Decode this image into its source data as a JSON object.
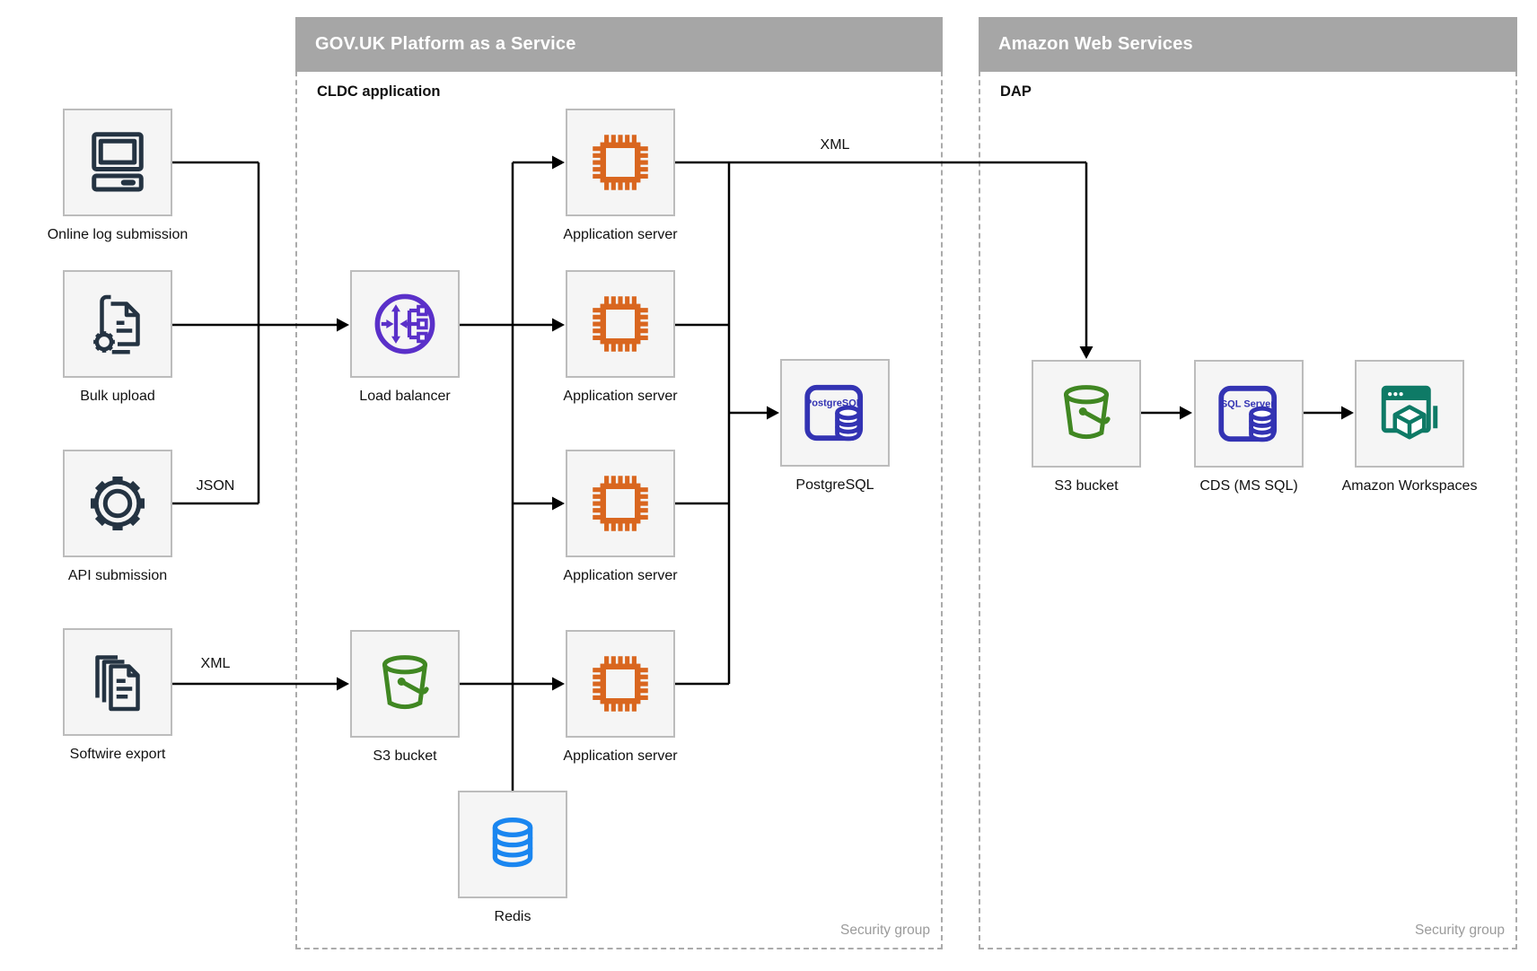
{
  "containers": {
    "paas": {
      "title": "GOV.UK Platform as a Service",
      "sublabel": "CLDC application",
      "footer": "Security group"
    },
    "aws": {
      "title": "Amazon Web Services",
      "sublabel": "DAP",
      "footer": "Security group"
    }
  },
  "nodes": {
    "online_log": {
      "label": "Online log submission",
      "icon": "desktop-computer-icon"
    },
    "bulk_upload": {
      "label": "Bulk upload",
      "icon": "document-gear-icon"
    },
    "api_submission": {
      "label": "API submission",
      "icon": "gear-icon"
    },
    "softwire_export": {
      "label": "Softwire export",
      "icon": "documents-stack-icon"
    },
    "load_balancer": {
      "label": "Load balancer",
      "icon": "load-balancer-icon"
    },
    "app_server_1": {
      "label": "Application server",
      "icon": "chip-icon"
    },
    "app_server_2": {
      "label": "Application server",
      "icon": "chip-icon"
    },
    "app_server_3": {
      "label": "Application server",
      "icon": "chip-icon"
    },
    "app_server_4": {
      "label": "Application server",
      "icon": "chip-icon"
    },
    "postgresql": {
      "label": "PostgreSQL",
      "icon": "postgresql-icon",
      "icon_text": "PostgreSQL"
    },
    "s3_paas": {
      "label": "S3 bucket",
      "icon": "s3-bucket-icon"
    },
    "redis": {
      "label": "Redis",
      "icon": "redis-database-icon"
    },
    "s3_aws": {
      "label": "S3 bucket",
      "icon": "s3-bucket-icon"
    },
    "cds": {
      "label": "CDS (MS SQL)",
      "icon": "sql-server-icon",
      "icon_text": "SQL Server"
    },
    "workspaces": {
      "label": "Amazon Workspaces",
      "icon": "workspaces-icon"
    }
  },
  "edge_labels": {
    "api_json": "JSON",
    "softwire_xml": "XML",
    "app_to_dap_xml": "XML"
  },
  "colors": {
    "container_header": "#a6a6a6",
    "container_border": "#ababab",
    "node_fill": "#f5f5f5",
    "node_border": "#bcbcbc",
    "wire": "#000000",
    "icon_dark_navy": "#243342",
    "icon_purple": "#5a30c9",
    "icon_orange": "#d9661f",
    "icon_green": "#408722",
    "icon_indigo": "#3333b3",
    "icon_teal": "#0e7a66",
    "icon_azure": "#1a86f0",
    "footer_text": "#9b9b9b"
  }
}
